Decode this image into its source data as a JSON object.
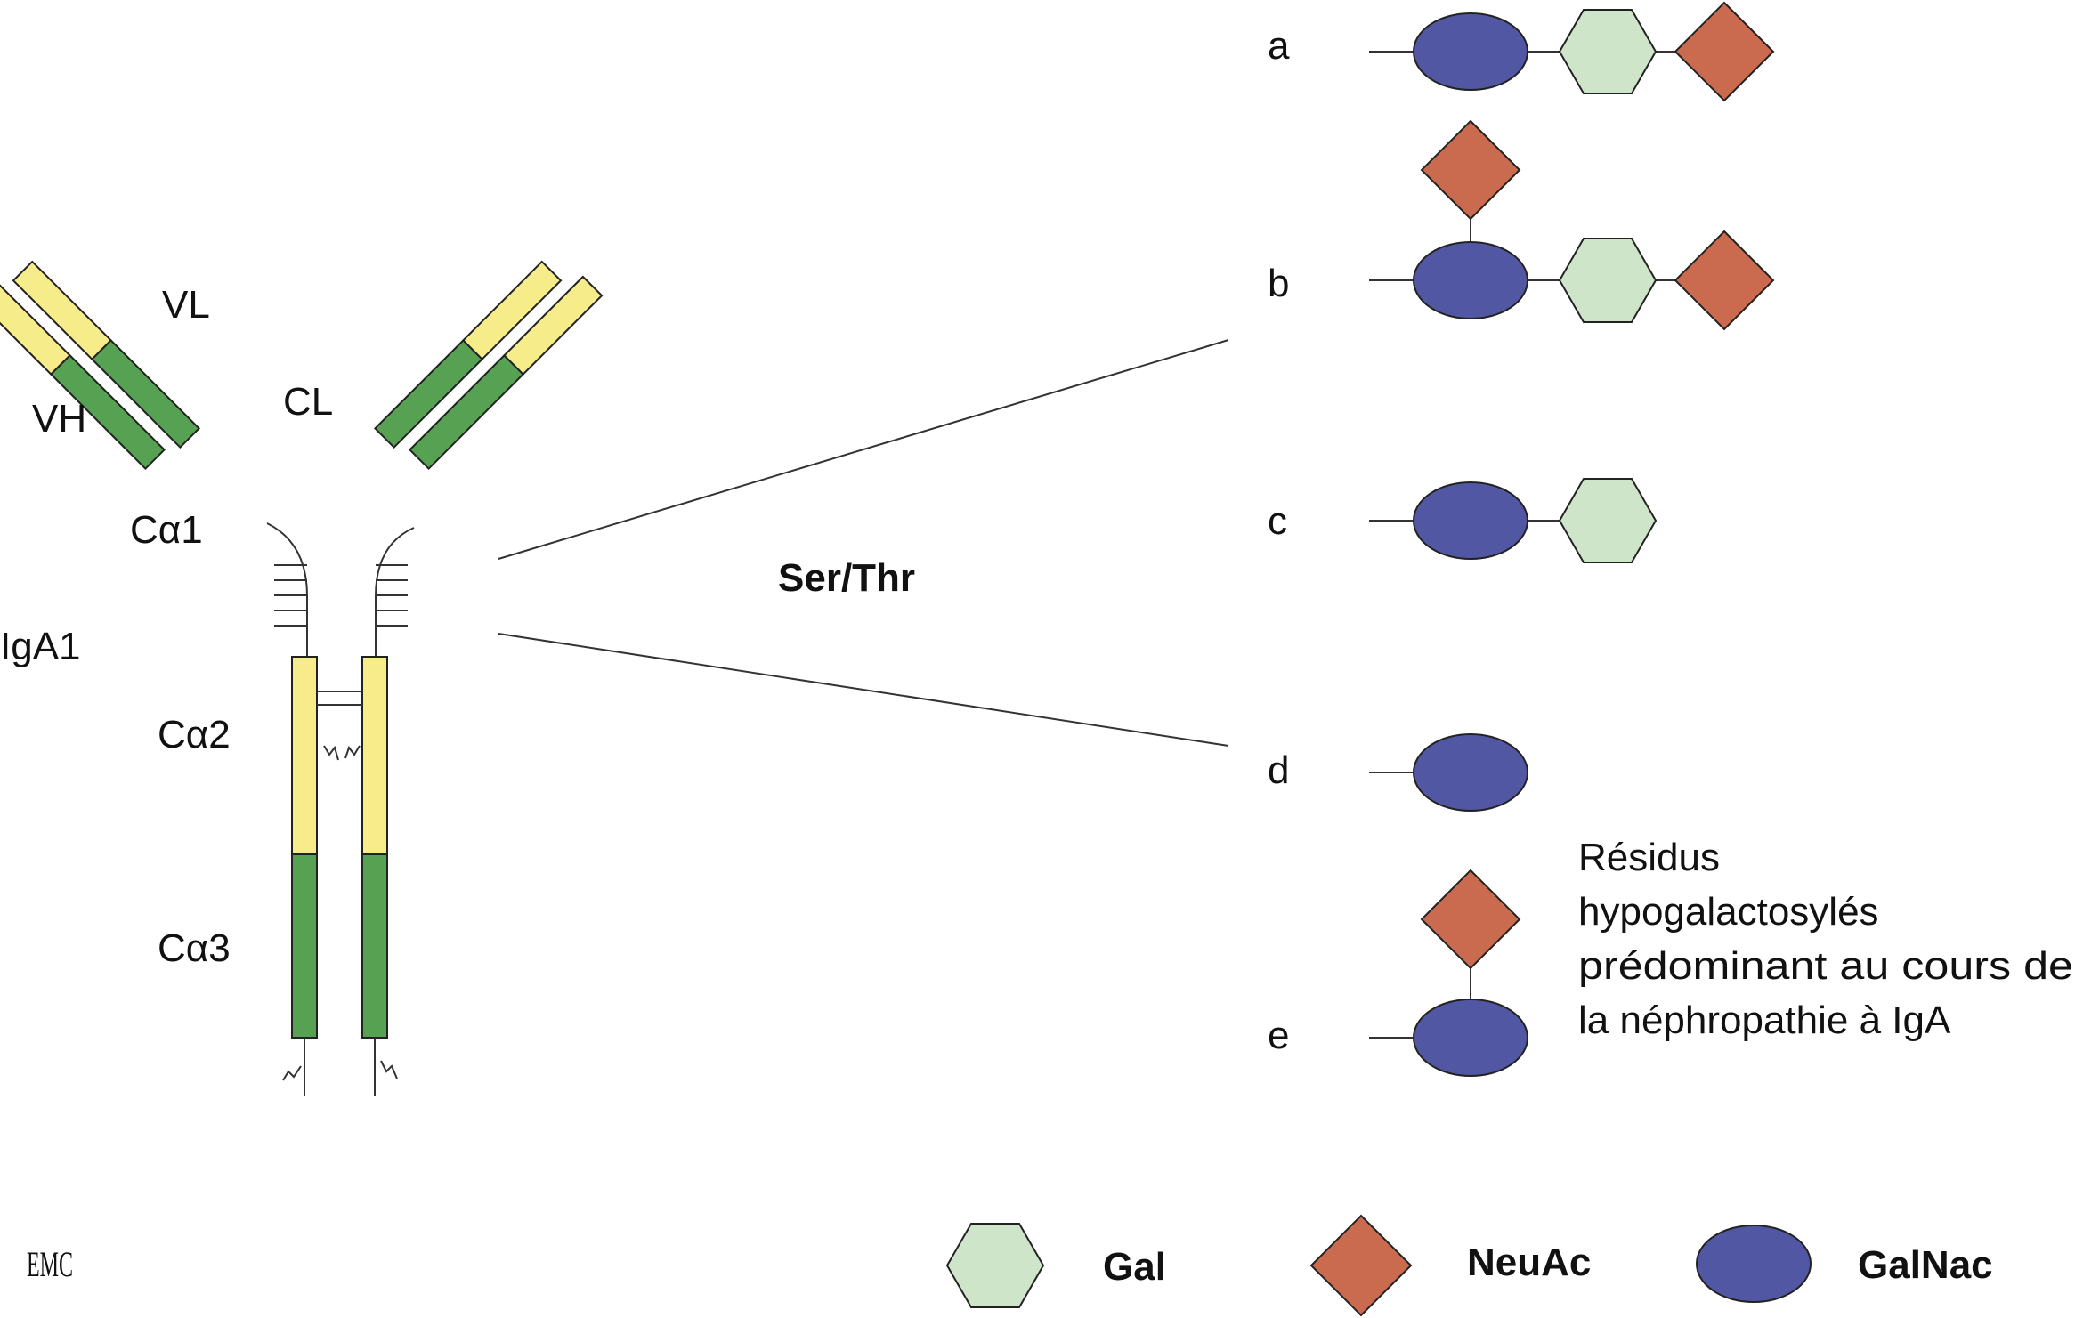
{
  "colors": {
    "yellow_domain": "#f7ec8a",
    "green_domain": "#56a152",
    "galnac": "#5157a3",
    "gal": "#cfe5c9",
    "neuac": "#ca6b50",
    "line": "#333333"
  },
  "antibody": {
    "vl": "VL",
    "vh": "VH",
    "cl": "CL",
    "ca1": "Cα1",
    "iga1": "IgA1",
    "ca2": "Cα2",
    "ca3": "Cα3"
  },
  "ser_thr": "Ser/Thr",
  "rows": [
    {
      "letter": "a",
      "sugars": [
        "GalNac",
        "Gal",
        "NeuAc"
      ],
      "branch": null
    },
    {
      "letter": "b",
      "sugars": [
        "GalNac",
        "Gal",
        "NeuAc"
      ],
      "branch": "NeuAc"
    },
    {
      "letter": "c",
      "sugars": [
        "GalNac",
        "Gal"
      ],
      "branch": null
    },
    {
      "letter": "d",
      "sugars": [
        "GalNac"
      ],
      "branch": null
    },
    {
      "letter": "e",
      "sugars": [
        "GalNac"
      ],
      "branch": "NeuAc"
    }
  ],
  "note": [
    "Résidus",
    "hypogalactosylés",
    "prédominant au cours de",
    "la néphropathie à IgA"
  ],
  "legend": [
    {
      "shape": "hexagon-icon",
      "label": "Gal"
    },
    {
      "shape": "diamond-icon",
      "label": "NeuAc"
    },
    {
      "shape": "ellipse-icon",
      "label": "GalNac"
    }
  ],
  "logo": "EMC"
}
